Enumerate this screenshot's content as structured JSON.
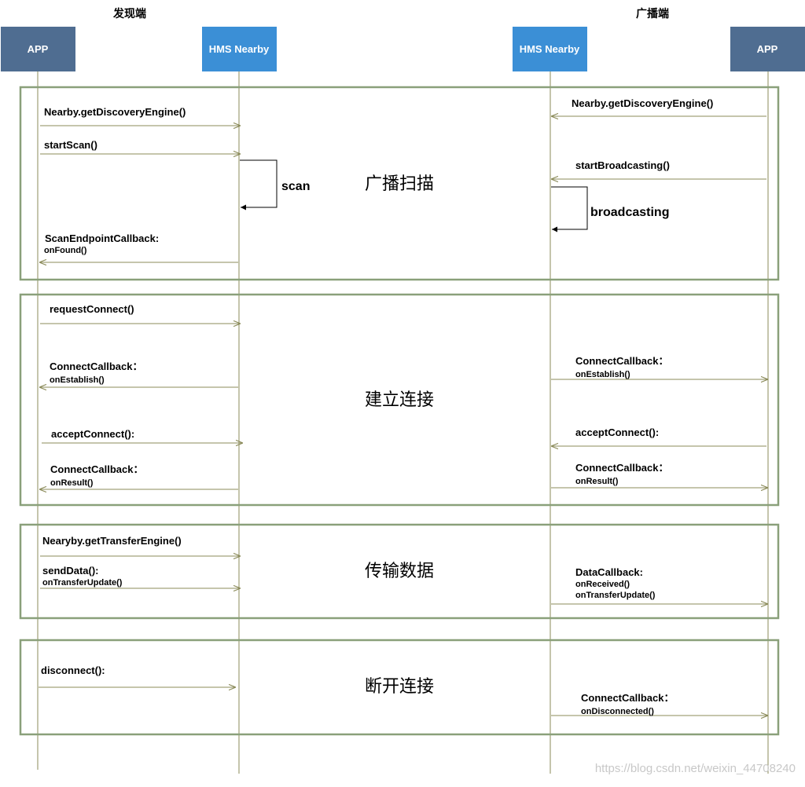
{
  "titles": {
    "left": "发现端",
    "right": "广播端"
  },
  "participants": [
    {
      "label": "APP",
      "color": "#4f6d91"
    },
    {
      "label": "HMS Nearby",
      "color": "#3b8fd6"
    },
    {
      "label": "HMS Nearby",
      "color": "#3b8fd6"
    },
    {
      "label": "APP",
      "color": "#4f6d91"
    }
  ],
  "phases": [
    {
      "label": "广播扫描"
    },
    {
      "label": "建立连接"
    },
    {
      "label": "传输数据"
    },
    {
      "label": "断开连接"
    }
  ],
  "messages": [
    {
      "text": "Nearby.getDiscoveryEngine()"
    },
    {
      "text": "startScan()"
    },
    {
      "text": "ScanEndpointCallback:",
      "sub": [
        "onFound()"
      ]
    },
    {
      "text": "Nearby.getDiscoveryEngine()"
    },
    {
      "text": "startBroadcasting()"
    },
    {
      "text": "requestConnect()"
    },
    {
      "text": "ConnectCallback：",
      "sub": [
        "onEstablish()"
      ]
    },
    {
      "text": "acceptConnect():"
    },
    {
      "text": "ConnectCallback：",
      "sub": [
        "onResult()"
      ]
    },
    {
      "text": "ConnectCallback：",
      "sub": [
        "onEstablish()"
      ]
    },
    {
      "text": "acceptConnect():"
    },
    {
      "text": "ConnectCallback：",
      "sub": [
        "onResult()"
      ]
    },
    {
      "text": "Nearyby.getTransferEngine()"
    },
    {
      "text": "sendData():",
      "sub": [
        "onTransferUpdate()"
      ]
    },
    {
      "text": "DataCallback:",
      "sub": [
        "onReceived()",
        "onTransferUpdate()"
      ]
    },
    {
      "text": "disconnect():"
    },
    {
      "text": "ConnectCallback：",
      "sub": [
        "onDisconnected()"
      ]
    }
  ],
  "self_calls": [
    {
      "text": "scan"
    },
    {
      "text": "broadcasting"
    }
  ],
  "watermark": "https://blog.csdn.net/weixin_44708240",
  "colors": {
    "line": "#8b8b5a",
    "frame": "#8aa07a"
  }
}
